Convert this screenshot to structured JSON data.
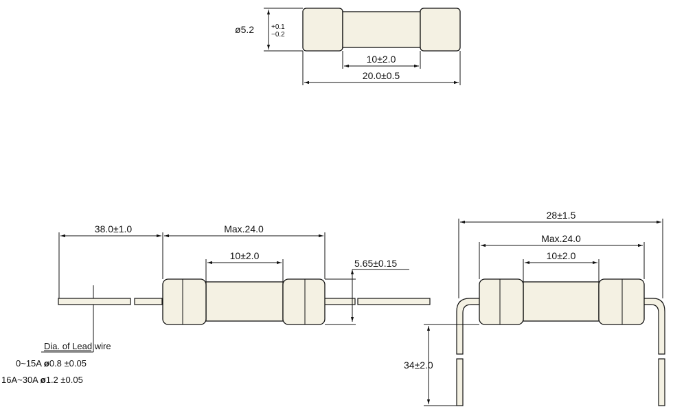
{
  "top_view": {
    "diameter_symbol": "ø",
    "diameter_value": "5.2",
    "diameter_tol_plus": "+0.1",
    "diameter_tol_minus": "−0.2",
    "body_length": "10±2.0",
    "total_length": "20.0±0.5"
  },
  "axial_view": {
    "lead_length": "38.0±1.0",
    "max_length": "Max.24.0",
    "body_length": "10±2.0",
    "cap_diameter": "5.65±0.15"
  },
  "bent_view": {
    "overall_width": "28±1.5",
    "max_length": "Max.24.0",
    "body_length": "10±2.0",
    "lead_height": "34±2.0"
  },
  "lead_wire_note": {
    "title": "Dia. of Lead wire",
    "rows": [
      {
        "range": "0~15A",
        "symbol": "ø",
        "value": "0.8 ±0.05"
      },
      {
        "range": "16A~30A",
        "symbol": "ø",
        "value": "1.2 ±0.05"
      }
    ]
  },
  "colors": {
    "body_fill": "#f4f1e3",
    "outline": "#111111",
    "background": "#ffffff"
  }
}
